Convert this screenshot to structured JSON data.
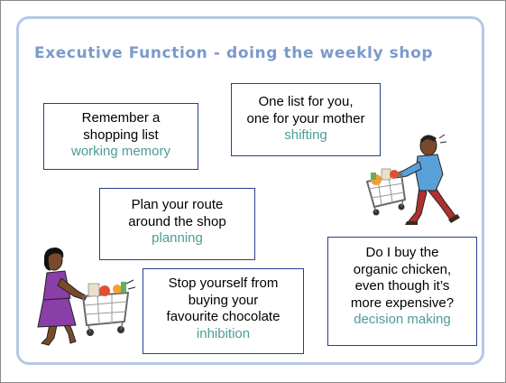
{
  "slide": {
    "title": "Executive Function - doing the weekly shop"
  },
  "cards": {
    "working_memory": {
      "line1": "Remember a",
      "line2": "shopping list",
      "tag": "working memory"
    },
    "shifting": {
      "line1": "One list for you,",
      "line2": "one for your mother",
      "tag": "shifting"
    },
    "planning": {
      "line1": "Plan your route",
      "line2": "around the shop",
      "tag": "planning"
    },
    "inhibition": {
      "line1": "Stop yourself from",
      "line2": "buying your",
      "line3": "favourite chocolate",
      "tag": "inhibition"
    },
    "decision": {
      "line1": "Do I buy the",
      "line2": "organic chicken,",
      "line3": "even though it’s",
      "line4": "more expensive?",
      "tag": "decision making"
    }
  },
  "colors": {
    "title": "#7a9acd",
    "tag": "#4d9c98",
    "card_border": "#2a3d8f",
    "panel_border": "#b4c9e6"
  },
  "icons": {
    "man": "man-pushing-shopping-cart-clipart",
    "woman": "woman-pushing-shopping-cart-clipart"
  }
}
